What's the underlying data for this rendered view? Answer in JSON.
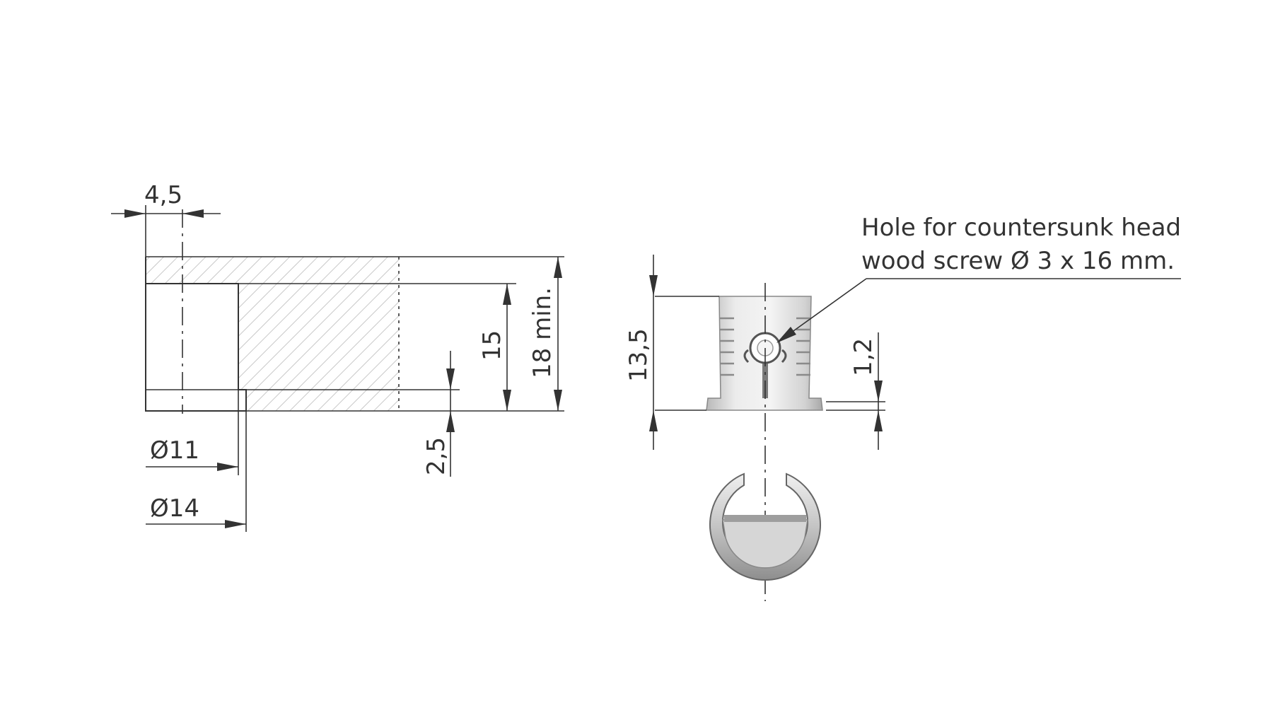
{
  "colors": {
    "line": "#333333",
    "hatch": "#c8c8c8",
    "part_light": "#eeeeee",
    "part_mid": "#cfcfcf",
    "part_dark": "#9a9a9a"
  },
  "dimensions": {
    "pin_width": "4,5",
    "inner_diameter": "Ø11",
    "outer_diameter": "Ø14",
    "bottom_thickness": "2,5",
    "bore_depth": "15",
    "board_min": "18 min.",
    "fitting_height": "13,5",
    "flange_height": "1,2"
  },
  "note": {
    "line1": "Hole for countersunk head",
    "line2": "wood screw Ø 3 x 16 mm."
  }
}
